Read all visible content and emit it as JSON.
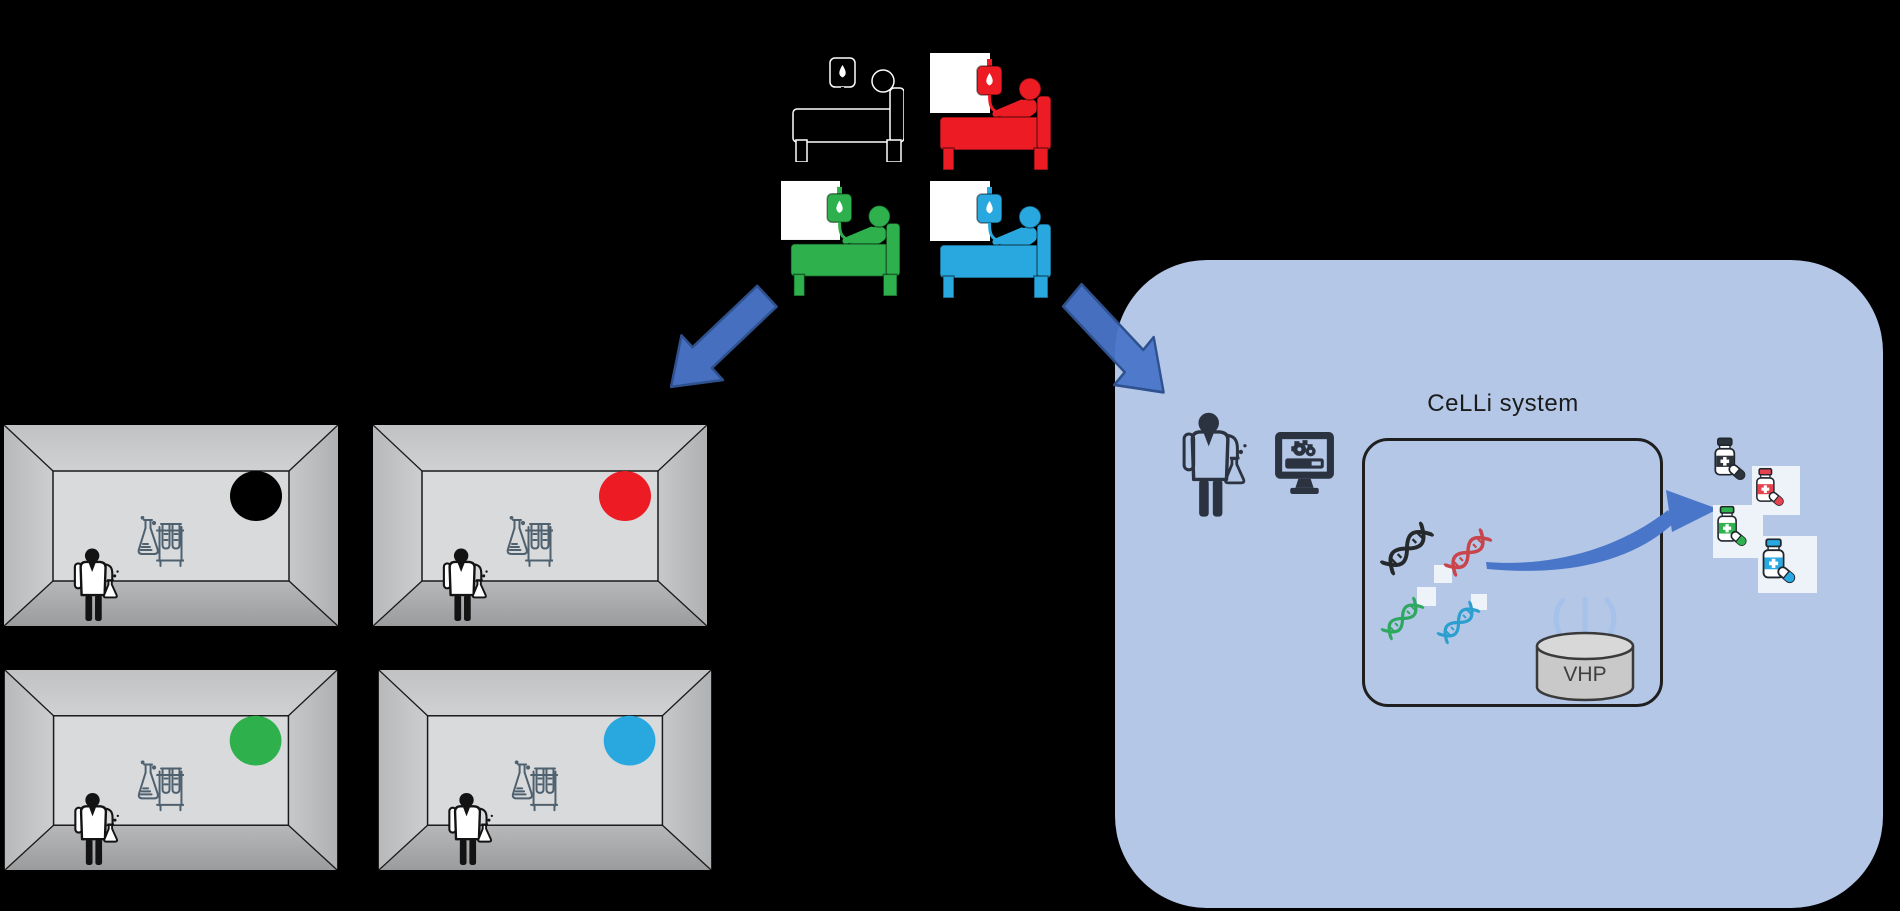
{
  "celli_panel": {
    "label": "CeLLi system",
    "fill": "#b4c7e7",
    "vhp_label": "VHP",
    "dna": [
      {
        "name": "dna-black",
        "color": "#26292c"
      },
      {
        "name": "dna-red",
        "color": "#c8464b"
      },
      {
        "name": "dna-green",
        "color": "#2ea75f"
      },
      {
        "name": "dna-blue",
        "color": "#2b9fd0"
      }
    ],
    "bottles": [
      {
        "name": "medicine-black",
        "color": "#2e343c"
      },
      {
        "name": "medicine-red",
        "color": "#e6434e"
      },
      {
        "name": "medicine-green",
        "color": "#2eb34f"
      },
      {
        "name": "medicine-blue",
        "color": "#29a9e1"
      }
    ]
  },
  "patients": {
    "items": [
      {
        "name": "patient-bed-black",
        "color": "#000000",
        "edge": "#ffffff",
        "bg": "transparent"
      },
      {
        "name": "patient-bed-red",
        "color": "#ed1c24",
        "edge": "rgba(0,0,0,0.45)",
        "bg": "#ffffff"
      },
      {
        "name": "patient-bed-green",
        "color": "#2eb14c",
        "edge": "rgba(0,0,0,0.45)",
        "bg": "#ffffff"
      },
      {
        "name": "patient-bed-blue",
        "color": "#29a8e0",
        "edge": "rgba(0,0,0,0.45)",
        "bg": "#ffffff"
      }
    ]
  },
  "isolation_rooms": {
    "items": [
      {
        "name": "room-black",
        "circle_color": "#000000"
      },
      {
        "name": "room-red",
        "circle_color": "#ed1c24"
      },
      {
        "name": "room-green",
        "circle_color": "#2eb14c"
      },
      {
        "name": "room-blue",
        "circle_color": "#29a8e0"
      }
    ]
  },
  "colors": {
    "arrow_fill": "#4a76c9",
    "arrow_edge": "#2f528f",
    "ink": "#131313",
    "navy": "#2b3240",
    "bench": "#4f616f",
    "box_border": "#1f1f1f",
    "spray": "#a6c1ea",
    "cylinder_fill": "#c9c9c9",
    "cylinder_top": "#d8d8d8",
    "cylinder_edge": "#3a3a3a",
    "vhp_text": "#3f3f3f",
    "icon_bg": "#eef2f9",
    "white": "#ffffff"
  }
}
